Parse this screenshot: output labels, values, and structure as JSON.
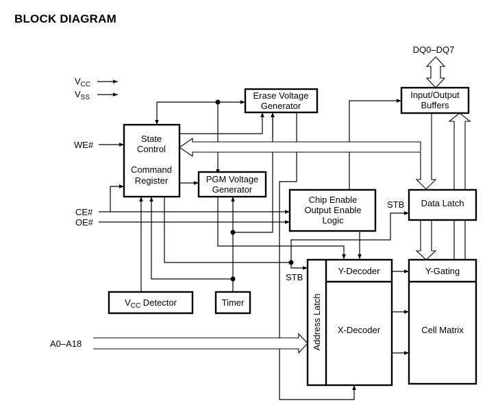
{
  "title": "BLOCK DIAGRAM",
  "signals": {
    "vcc": {
      "main": "V",
      "sub": "CC"
    },
    "vss": {
      "main": "V",
      "sub": "SS"
    },
    "we": "WE#",
    "ce": "CE#",
    "oe": "OE#",
    "addr": "A0–A18",
    "dq": "DQ0–DQ7",
    "stb_data": "STB",
    "stb_addr": "STB"
  },
  "blocks": {
    "state_control": [
      "State",
      "Control",
      "",
      "Command",
      "Register"
    ],
    "erase_voltage": [
      "Erase Voltage",
      "Generator"
    ],
    "pgm_voltage": [
      "PGM Voltage",
      "Generator"
    ],
    "io_buffers": [
      "Input/Output",
      "Buffers"
    ],
    "chip_enable": [
      "Chip Enable",
      "Output Enable",
      "Logic"
    ],
    "data_latch": "Data Latch",
    "y_decoder": "Y-Decoder",
    "x_decoder": "X-Decoder",
    "address_latch": "Address Latch",
    "y_gating": "Y-Gating",
    "cell_matrix": "Cell Matrix",
    "vcc_detector": {
      "main": "V",
      "sub": "CC",
      "rest": " Detector"
    },
    "timer": "Timer"
  }
}
